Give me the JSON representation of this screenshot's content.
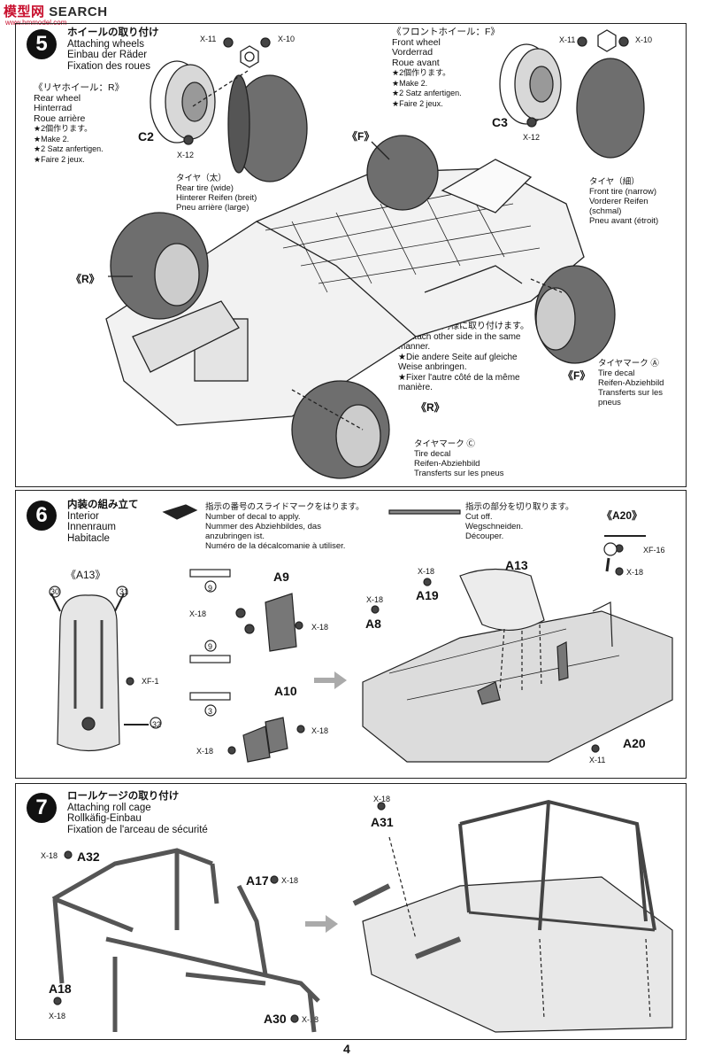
{
  "watermark": {
    "brand": "模型网",
    "label": "SEARCH",
    "url": "www.hmmodel.com"
  },
  "step5": {
    "number": "5",
    "title_jp": "ホイールの取り付け",
    "title_en": "Attaching wheels",
    "title_de": "Einbau der Räder",
    "title_fr": "Fixation des roues",
    "rear": [
      "《リヤホイール：R》",
      "Rear wheel",
      "Hinterrad",
      "Roue arrière",
      "★2個作ります。",
      "★Make 2.",
      "★2 Satz anfertigen.",
      "★Faire 2 jeux."
    ],
    "front": [
      "《フロントホイール：F》",
      "Front wheel",
      "Vorderrad",
      "Roue avant",
      "★2個作ります。",
      "★Make 2.",
      "★2 Satz anfertigen.",
      "★Faire 2 jeux."
    ],
    "rear_tire": [
      "タイヤ（太）",
      "Rear tire (wide)",
      "Hinterer Reifen (breit)",
      "Pneu arrière (large)"
    ],
    "front_tire": [
      "タイヤ（細）",
      "Front tire (narrow)",
      "Vorderer Reifen",
      "(schmal)",
      "Pneu avant (étroit)"
    ],
    "other_side": [
      "★反対側も同様に取り付けます。",
      "★Attach other side in the same",
      "manner.",
      "★Die andere Seite auf gleiche",
      "Weise anbringen.",
      "★Fixer l'autre côté de la même",
      "manière."
    ],
    "decal_a": [
      "タイヤマーク Ⓐ",
      "Tire decal",
      "Reifen-Abziehbild",
      "Transferts sur les",
      "pneus"
    ],
    "decal_c": [
      "タイヤマーク Ⓒ",
      "Tire decal",
      "Reifen-Abziehbild",
      "Transferts sur les pneus"
    ],
    "labels": {
      "x11": "X-11",
      "x10": "X-10",
      "x12": "X-12",
      "c2": "C2",
      "c3": "C3",
      "f": "《F》",
      "r": "《R》"
    }
  },
  "step6": {
    "number": "6",
    "title_jp": "内装の組み立て",
    "title_en": "Interior",
    "title_de": "Innenraum",
    "title_fr": "Habitacle",
    "decal_note": [
      "指示の番号のスライドマークをはります。",
      "Number of decal to apply.",
      "Nummer des Abziehbildes, das",
      "anzubringen ist.",
      "Numéro de la décalcomanie à utiliser."
    ],
    "cut_note": [
      "指示の部分を切り取ります。",
      "Cut off.",
      "Wegschneiden.",
      "Découper."
    ],
    "labels": {
      "a13_title": "《A13》",
      "a20_title": "《A20》",
      "a9": "A9",
      "a10": "A10",
      "a13": "A13",
      "a19": "A19",
      "a8": "A8",
      "a20": "A20",
      "x18": "X-18",
      "xf1": "XF-1",
      "xf16": "XF-16",
      "x11": "X-11",
      "d30": "30",
      "d31": "31",
      "d32": "32",
      "d9": "9",
      "d3": "3"
    }
  },
  "step7": {
    "number": "7",
    "title_jp": "ロールケージの取り付け",
    "title_en": "Attaching roll cage",
    "title_de": "Rollkäfig-Einbau",
    "title_fr": "Fixation de l'arceau de sécurité",
    "labels": {
      "a32": "A32",
      "a17": "A17",
      "a18": "A18",
      "a30": "A30",
      "a31": "A31",
      "x18": "X-18"
    }
  },
  "page_number": "4"
}
